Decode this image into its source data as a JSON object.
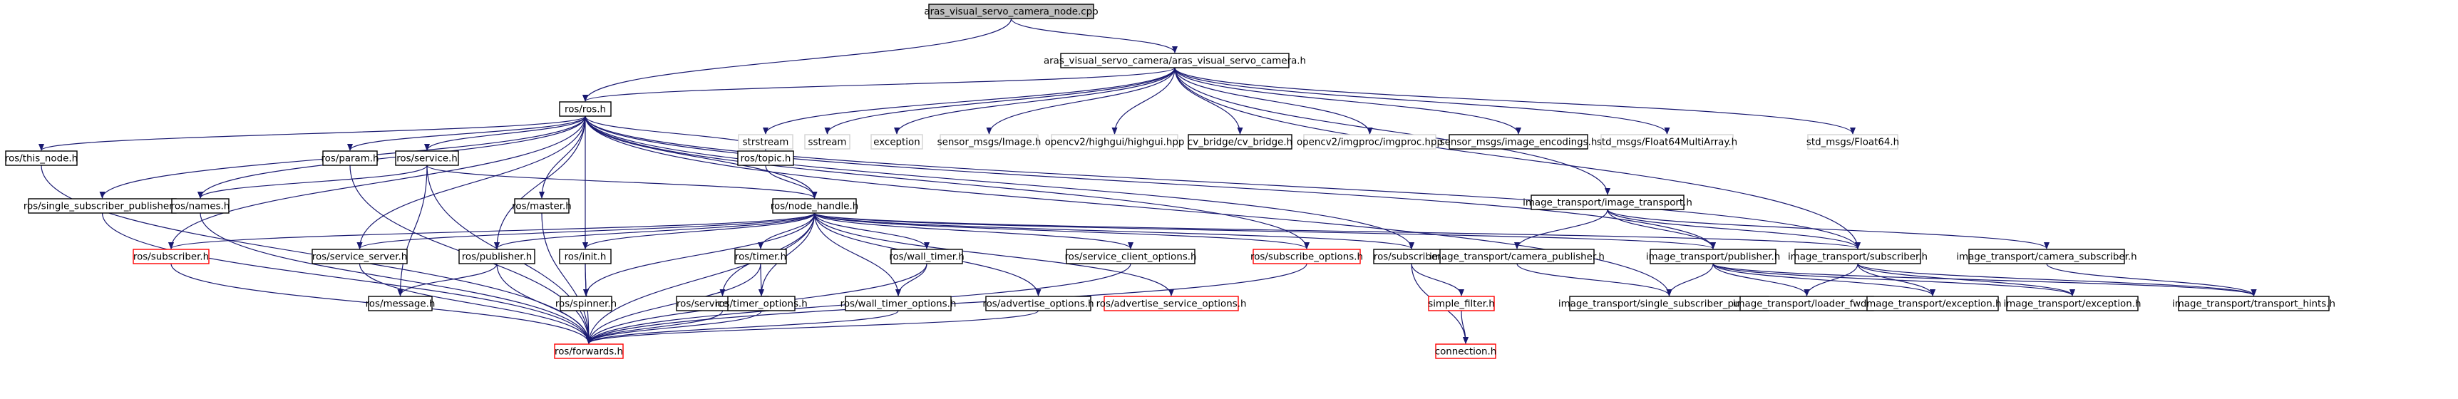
{
  "colors": {
    "edge": "#191970",
    "normal": "#000000",
    "focus_fill": "#bfbfbf",
    "missing": "#d3d3d3",
    "truncated": "#ff0000",
    "text": "#000000"
  },
  "nodes": [
    {
      "id": "root",
      "label": "aras_visual_servo_camera_node.cpp",
      "style": "focus"
    },
    {
      "id": "avsc",
      "label": "aras_visual_servo_camera/aras_visual_servo_camera.h",
      "style": "normal"
    },
    {
      "id": "rosh",
      "label": "ros/ros.h",
      "style": "normal"
    },
    {
      "id": "strstream",
      "label": "strstream",
      "style": "missing"
    },
    {
      "id": "sstream",
      "label": "sstream",
      "style": "missing"
    },
    {
      "id": "exception",
      "label": "exception",
      "style": "missing"
    },
    {
      "id": "sensor_image",
      "label": "sensor_msgs/Image.h",
      "style": "missing"
    },
    {
      "id": "highgui",
      "label": "opencv2/highgui/highgui.hpp",
      "style": "missing"
    },
    {
      "id": "cvbridge",
      "label": "cv_bridge/cv_bridge.h",
      "style": "normal"
    },
    {
      "id": "imgproc",
      "label": "opencv2/imgproc/imgproc.hpp",
      "style": "missing"
    },
    {
      "id": "encodings",
      "label": "sensor_msgs/image_encodings.h",
      "style": "normal"
    },
    {
      "id": "f64ma",
      "label": "std_msgs/Float64MultiArray.h",
      "style": "missing"
    },
    {
      "id": "f64",
      "label": "std_msgs/Float64.h",
      "style": "missing"
    },
    {
      "id": "this_node",
      "label": "ros/this_node.h",
      "style": "normal"
    },
    {
      "id": "ssp",
      "label": "ros/single_subscriber_publisher.h",
      "style": "normal"
    },
    {
      "id": "names",
      "label": "ros/names.h",
      "style": "normal"
    },
    {
      "id": "param",
      "label": "ros/param.h",
      "style": "normal"
    },
    {
      "id": "service",
      "label": "ros/service.h",
      "style": "normal"
    },
    {
      "id": "master",
      "label": "ros/master.h",
      "style": "normal"
    },
    {
      "id": "topic",
      "label": "ros/topic.h",
      "style": "normal"
    },
    {
      "id": "node_handle",
      "label": "ros/node_handle.h",
      "style": "normal"
    },
    {
      "id": "it",
      "label": "image_transport/image_transport.h",
      "style": "normal"
    },
    {
      "id": "subscriber_trunc",
      "label": "ros/subscriber.h",
      "style": "truncated"
    },
    {
      "id": "service_server",
      "label": "ros/service_server.h",
      "style": "normal"
    },
    {
      "id": "publisher",
      "label": "ros/publisher.h",
      "style": "normal"
    },
    {
      "id": "init",
      "label": "ros/init.h",
      "style": "normal"
    },
    {
      "id": "timer",
      "label": "ros/timer.h",
      "style": "normal"
    },
    {
      "id": "wall_timer",
      "label": "ros/wall_timer.h",
      "style": "normal"
    },
    {
      "id": "sco",
      "label": "ros/service_client_options.h",
      "style": "normal"
    },
    {
      "id": "subopts",
      "label": "ros/subscribe_options.h",
      "style": "truncated"
    },
    {
      "id": "ros_subscriber",
      "label": "ros/subscriber.h",
      "style": "normal"
    },
    {
      "id": "cam_pub",
      "label": "image_transport/camera_publisher.h",
      "style": "normal"
    },
    {
      "id": "it_pub",
      "label": "image_transport/publisher.h",
      "style": "normal"
    },
    {
      "id": "it_sub",
      "label": "image_transport/subscriber.h",
      "style": "normal"
    },
    {
      "id": "cam_sub",
      "label": "image_transport/camera_subscriber.h",
      "style": "normal"
    },
    {
      "id": "message",
      "label": "ros/message.h",
      "style": "normal"
    },
    {
      "id": "spinner",
      "label": "ros/spinner.h",
      "style": "normal"
    },
    {
      "id": "service_client",
      "label": "ros/service_client.h",
      "style": "normal"
    },
    {
      "id": "timer_options",
      "label": "ros/timer_options.h",
      "style": "normal"
    },
    {
      "id": "wall_timer_options",
      "label": "ros/wall_timer_options.h",
      "style": "normal"
    },
    {
      "id": "advertise_options",
      "label": "ros/advertise_options.h",
      "style": "normal"
    },
    {
      "id": "aso",
      "label": "ros/advertise_service_options.h",
      "style": "truncated"
    },
    {
      "id": "simple_filter",
      "label": "simple_filter.h",
      "style": "truncated"
    },
    {
      "id": "it_ssp",
      "label": "image_transport/single_subscriber_publisher.h",
      "style": "normal"
    },
    {
      "id": "loader_fwds",
      "label": "image_transport/loader_fwds.h",
      "style": "normal"
    },
    {
      "id": "it_exc_a",
      "label": "image_transport/exception.h",
      "style": "normal"
    },
    {
      "id": "it_exc_b",
      "label": "image_transport/exception.h",
      "style": "normal"
    },
    {
      "id": "hints",
      "label": "image_transport/transport_hints.h",
      "style": "normal"
    },
    {
      "id": "forwards",
      "label": "ros/forwards.h",
      "style": "truncated"
    },
    {
      "id": "connection",
      "label": "connection.h",
      "style": "truncated"
    }
  ],
  "edges": [
    [
      "root",
      "avsc"
    ],
    [
      "root",
      "rosh"
    ],
    [
      "avsc",
      "rosh"
    ],
    [
      "avsc",
      "strstream"
    ],
    [
      "avsc",
      "sstream"
    ],
    [
      "avsc",
      "exception"
    ],
    [
      "avsc",
      "sensor_image"
    ],
    [
      "avsc",
      "highgui"
    ],
    [
      "avsc",
      "cvbridge"
    ],
    [
      "avsc",
      "imgproc"
    ],
    [
      "avsc",
      "encodings"
    ],
    [
      "avsc",
      "f64ma"
    ],
    [
      "avsc",
      "f64"
    ],
    [
      "avsc",
      "it"
    ],
    [
      "avsc",
      "it_sub"
    ],
    [
      "rosh",
      "this_node"
    ],
    [
      "rosh",
      "ssp"
    ],
    [
      "rosh",
      "names"
    ],
    [
      "rosh",
      "param"
    ],
    [
      "rosh",
      "service"
    ],
    [
      "rosh",
      "master"
    ],
    [
      "rosh",
      "topic"
    ],
    [
      "rosh",
      "node_handle"
    ],
    [
      "rosh",
      "subscriber_trunc"
    ],
    [
      "rosh",
      "service_server"
    ],
    [
      "rosh",
      "publisher"
    ],
    [
      "rosh",
      "init"
    ],
    [
      "rosh",
      "ros_subscriber"
    ],
    [
      "rosh",
      "subopts"
    ],
    [
      "rosh",
      "it_pub"
    ],
    [
      "rosh",
      "it_sub"
    ],
    [
      "rosh",
      "it_ssp"
    ],
    [
      "this_node",
      "forwards"
    ],
    [
      "ssp",
      "forwards"
    ],
    [
      "names",
      "forwards"
    ],
    [
      "param",
      "forwards"
    ],
    [
      "service",
      "names"
    ],
    [
      "service",
      "node_handle"
    ],
    [
      "service",
      "message"
    ],
    [
      "service",
      "forwards"
    ],
    [
      "master",
      "forwards"
    ],
    [
      "topic",
      "node_handle"
    ],
    [
      "node_handle",
      "subscriber_trunc"
    ],
    [
      "node_handle",
      "service_server"
    ],
    [
      "node_handle",
      "publisher"
    ],
    [
      "node_handle",
      "init"
    ],
    [
      "node_handle",
      "spinner"
    ],
    [
      "node_handle",
      "timer"
    ],
    [
      "node_handle",
      "timer_options"
    ],
    [
      "node_handle",
      "wall_timer"
    ],
    [
      "node_handle",
      "wall_timer_options"
    ],
    [
      "node_handle",
      "service_client"
    ],
    [
      "node_handle",
      "advertise_options"
    ],
    [
      "node_handle",
      "aso"
    ],
    [
      "node_handle",
      "sco"
    ],
    [
      "node_handle",
      "subopts"
    ],
    [
      "node_handle",
      "ros_subscriber"
    ],
    [
      "node_handle",
      "it_pub"
    ],
    [
      "node_handle",
      "it_sub"
    ],
    [
      "node_handle",
      "forwards"
    ],
    [
      "subscriber_trunc",
      "forwards"
    ],
    [
      "service_server",
      "forwards"
    ],
    [
      "publisher",
      "message"
    ],
    [
      "publisher",
      "forwards"
    ],
    [
      "init",
      "spinner"
    ],
    [
      "init",
      "forwards"
    ],
    [
      "timer",
      "timer_options"
    ],
    [
      "timer",
      "forwards"
    ],
    [
      "wall_timer",
      "wall_timer_options"
    ],
    [
      "wall_timer",
      "forwards"
    ],
    [
      "sco",
      "forwards"
    ],
    [
      "subopts",
      "forwards"
    ],
    [
      "ros_subscriber",
      "simple_filter"
    ],
    [
      "ros_subscriber",
      "connection"
    ],
    [
      "simple_filter",
      "connection"
    ],
    [
      "service_client",
      "forwards"
    ],
    [
      "timer_options",
      "forwards"
    ],
    [
      "wall_timer_options",
      "forwards"
    ],
    [
      "advertise_options",
      "forwards"
    ],
    [
      "it",
      "cam_pub"
    ],
    [
      "it",
      "it_pub"
    ],
    [
      "it",
      "it_sub"
    ],
    [
      "it",
      "cam_sub"
    ],
    [
      "cam_pub",
      "it_ssp"
    ],
    [
      "it_pub",
      "it_ssp"
    ],
    [
      "it_pub",
      "loader_fwds"
    ],
    [
      "it_pub",
      "it_exc_a"
    ],
    [
      "it_pub",
      "it_exc_b"
    ],
    [
      "it_pub",
      "hints"
    ],
    [
      "it_sub",
      "loader_fwds"
    ],
    [
      "it_sub",
      "it_exc_a"
    ],
    [
      "it_sub",
      "it_exc_b"
    ],
    [
      "it_sub",
      "hints"
    ],
    [
      "cam_sub",
      "hints"
    ]
  ]
}
